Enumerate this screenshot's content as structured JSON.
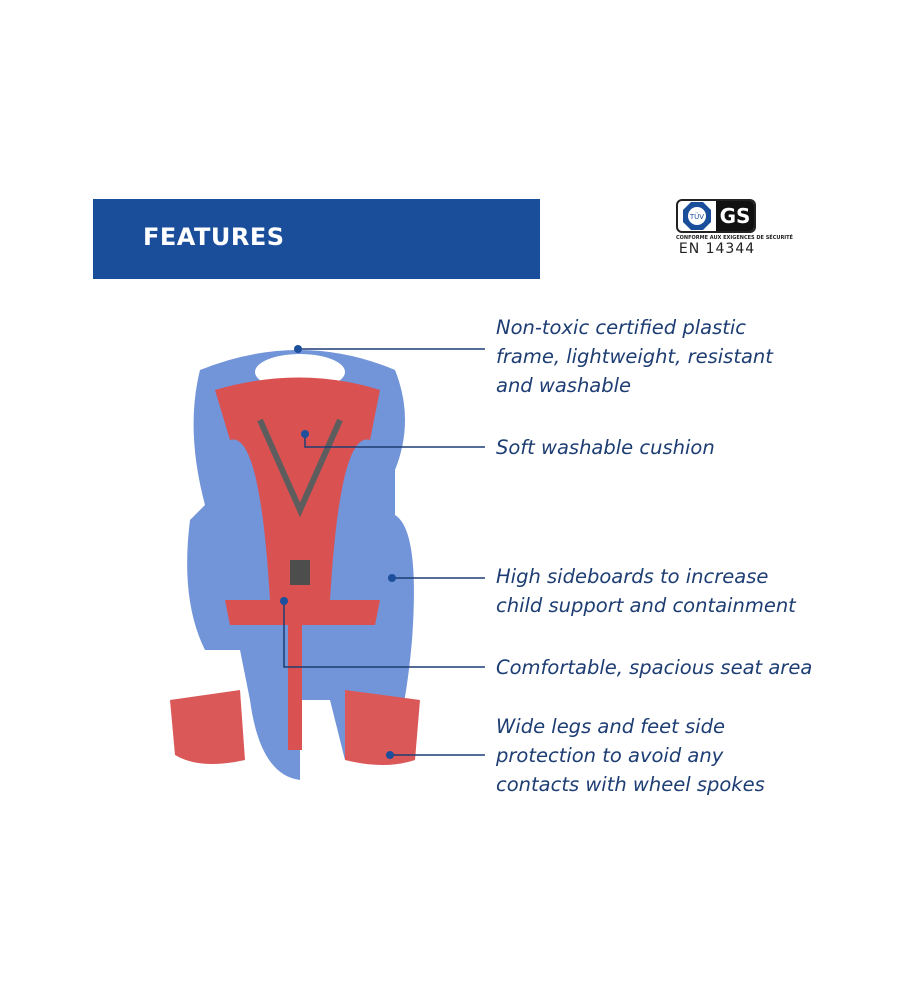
{
  "banner": {
    "title": "FEATURES"
  },
  "certification": {
    "tuv_label": "TÜV",
    "gs_label": "GS",
    "subtitle": "CONFORME AUX EXIGENCES DE SÉCURITÉ",
    "standard": "EN 14344"
  },
  "features": [
    {
      "lines": [
        "Non-toxic certified plastic",
        "frame, lightweight, resistant",
        "and washable"
      ]
    },
    {
      "lines": [
        "Soft washable cushion"
      ]
    },
    {
      "lines": [
        "High sideboards to increase",
        "child support and containment"
      ]
    },
    {
      "lines": [
        "Comfortable, spacious seat area"
      ]
    },
    {
      "lines": [
        "Wide legs and feet side",
        "protection to avoid any",
        "contacts with wheel spokes"
      ]
    }
  ],
  "colors": {
    "banner": "#1a4d9a",
    "text": "#1d3d73",
    "seat_blue": "#5f86d2",
    "cushion_red": "#d94848"
  }
}
